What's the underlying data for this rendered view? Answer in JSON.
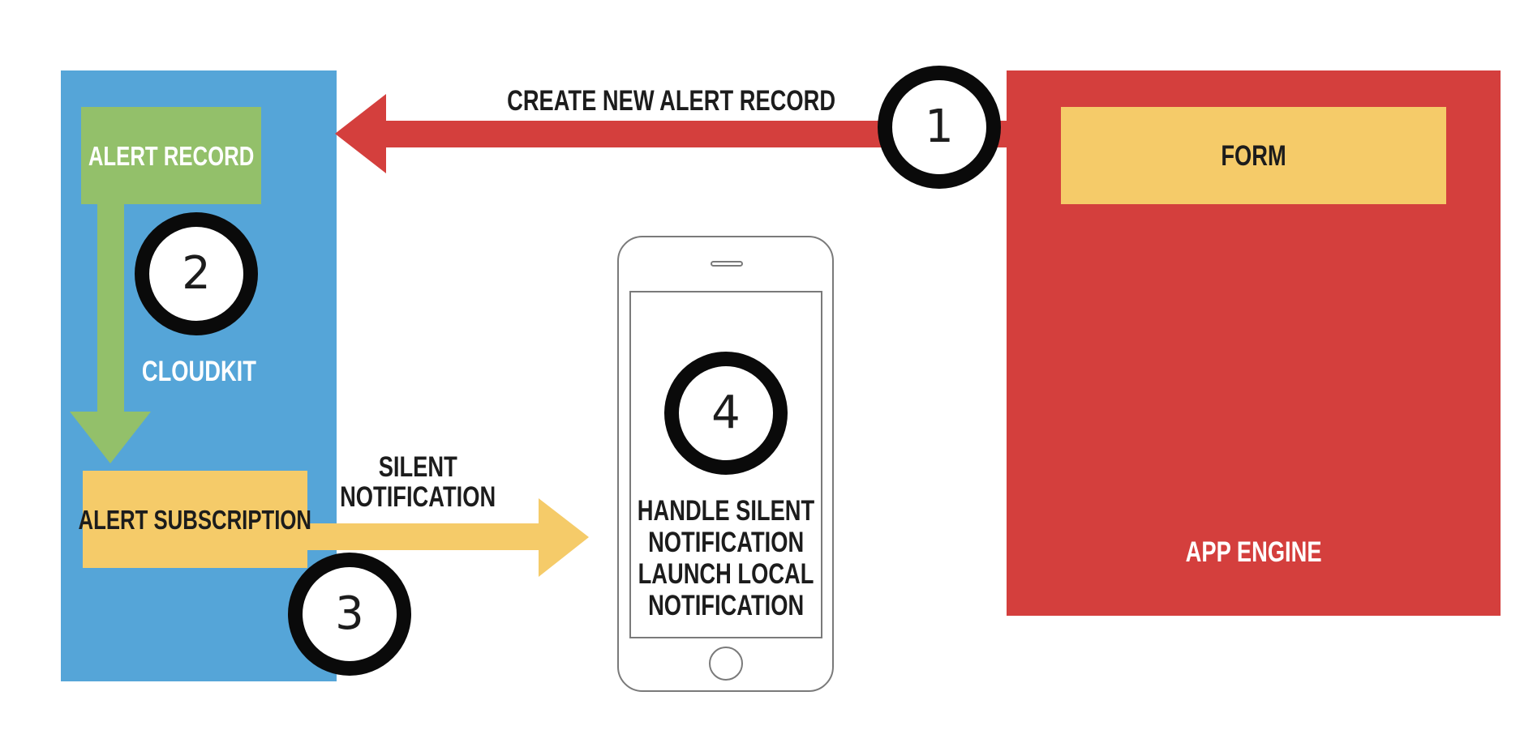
{
  "cloudkit": {
    "label": "CLOUDKIT",
    "alert_record": "ALERT RECORD",
    "alert_subscription": "ALERT SUBSCRIPTION"
  },
  "app_engine": {
    "label": "APP ENGINE",
    "form": "FORM"
  },
  "arrows": {
    "create_label": "CREATE NEW ALERT RECORD",
    "silent_line1": "SILENT",
    "silent_line2": "NOTIFICATION"
  },
  "phone": {
    "line1": "HANDLE SILENT",
    "line2": "NOTIFICATION",
    "line3": "LAUNCH LOCAL",
    "line4": "NOTIFICATION"
  },
  "steps": {
    "one": "1",
    "two": "2",
    "three": "3",
    "four": "4"
  },
  "colors": {
    "cloudkit_blue": "#55a5d8",
    "app_engine_red": "#d43f3d",
    "record_green": "#93c06a",
    "subscription_yellow": "#f5cb69"
  }
}
